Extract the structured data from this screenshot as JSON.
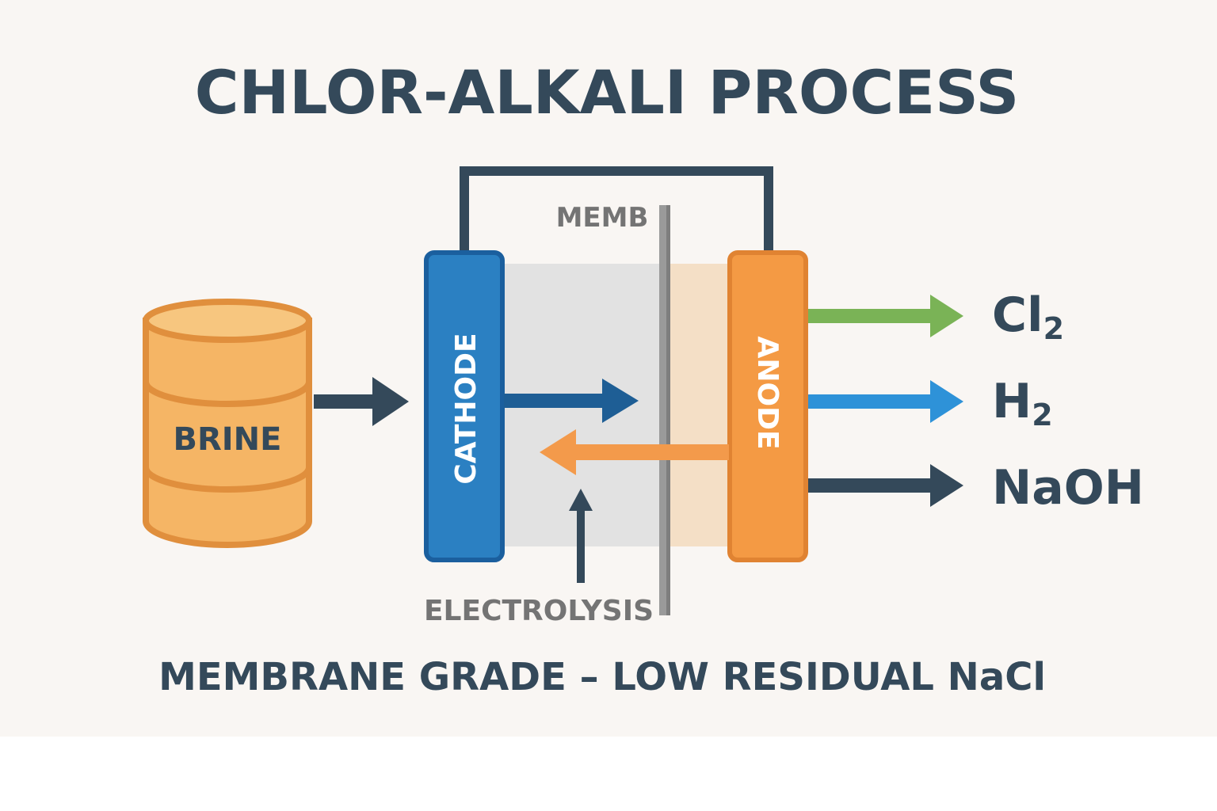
{
  "title": "CHLOR-ALKALI PROCESS",
  "subtitle": "MEMBRANE GRADE – LOW RESIDUAL NaCl",
  "tank": {
    "label": "BRINE"
  },
  "cathode": {
    "label": "CATHODE"
  },
  "anode": {
    "label": "ANODE"
  },
  "membrane": {
    "label": "MEMB"
  },
  "process": {
    "label": "ELECTROLYSIS"
  },
  "outputs": [
    {
      "base": "Cl",
      "subscript": "2",
      "color": "#7ab356"
    },
    {
      "base": "H",
      "subscript": "2",
      "color": "#2e92d8"
    },
    {
      "base": "NaOH",
      "subscript": "",
      "color": "#34495a"
    }
  ],
  "colors": {
    "background": "#f9f6f3",
    "text_dark": "#34495a",
    "text_gray": "#747474",
    "tank_fill": "#f5b565",
    "tank_stroke": "#e08f3d",
    "cathode_fill": "#2b80c2",
    "cathode_stroke": "#1b5f9e",
    "anode_fill": "#f49a44",
    "anode_stroke": "#e08332",
    "membrane": "#9a9a9a",
    "cathode_arrow": "#1e5e95",
    "anode_arrow": "#f39a4b",
    "wire": "#34495a"
  }
}
